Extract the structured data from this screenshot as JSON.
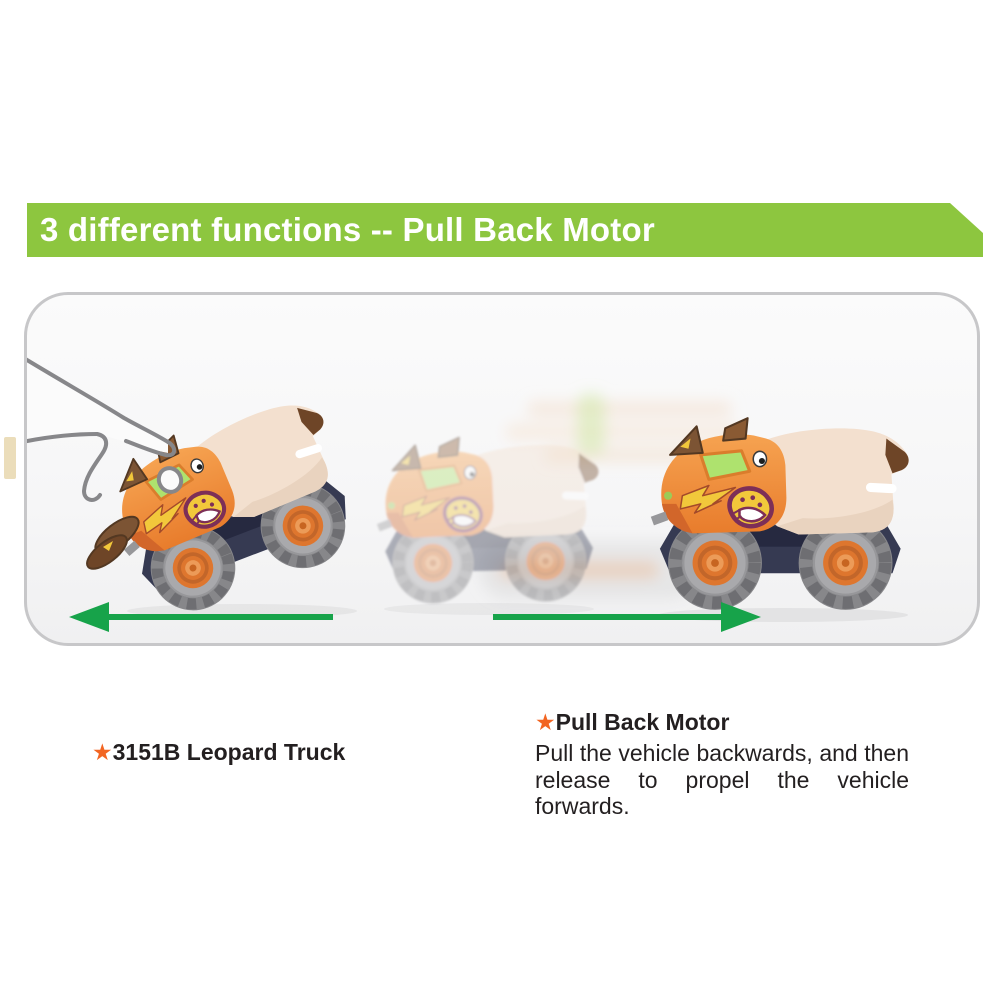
{
  "banner": {
    "title": "3 different functions -- Pull Back Motor",
    "bg_color": "#8DC63F",
    "text_color": "#FFFFFF"
  },
  "panel": {
    "bg_color": "#F8F8F8",
    "border_color": "#C7C7C9"
  },
  "illustration": {
    "arrow_color": "#17A34A",
    "hand_outline_color": "#87878A",
    "truck_colors": {
      "body_orange": "#EE8B3C",
      "rear_cream": "#F3E0CF",
      "chassis_navy": "#363A52",
      "tire_gray": "#87878A",
      "rim_gray": "#A9A9AC",
      "hub_orange": "#DE762E",
      "window_green": "#AEE26E",
      "ear_brown": "#7C5434",
      "decal_yellow": "#F2C83B",
      "decal_maroon": "#7D2F57"
    }
  },
  "product": {
    "bullet": "★",
    "bullet_color": "#F26522",
    "name": "3151B Leopard Truck"
  },
  "feature": {
    "bullet": "★",
    "title": "Pull Back Motor",
    "description": "Pull the vehicle backwards, and then release to propel the vehicle forwards."
  }
}
